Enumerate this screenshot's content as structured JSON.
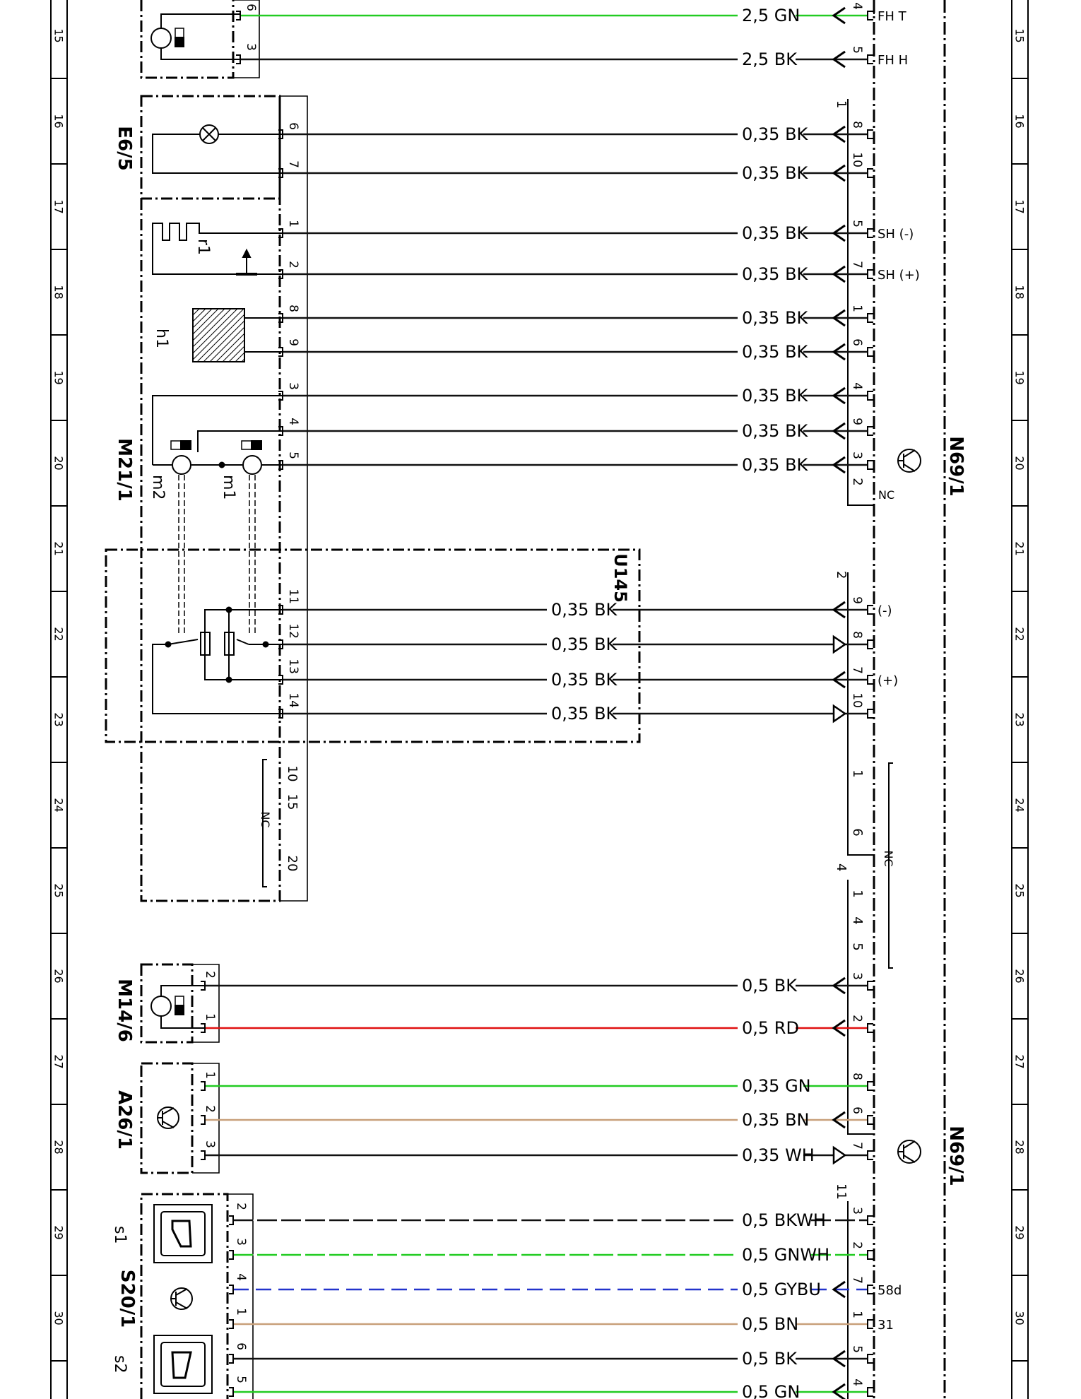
{
  "row_numbers": [
    "15",
    "16",
    "17",
    "18",
    "19",
    "20",
    "21",
    "22",
    "23",
    "24",
    "25",
    "26",
    "27",
    "28",
    "29",
    "30"
  ],
  "components": {
    "e6_5": "E6/5",
    "m21_1": "M21/1",
    "u145": "U145",
    "m14_6": "M14/6",
    "a26_1": "A26/1",
    "s20_1": "S20/1",
    "n69_1": "N69/1",
    "r1": "r1",
    "h1": "h1",
    "m1": "m1",
    "m2": "m2",
    "s1": "s1",
    "s2": "s2"
  },
  "connector_labels": {
    "n69_block1": "1",
    "n69_block2": "2",
    "n69_block4": "4",
    "n69_block11": "11",
    "nc": "NC"
  },
  "wires": [
    {
      "row": "top1",
      "label": "2,5 GN",
      "color": "#22cc22",
      "left_pin": "6",
      "right_pin": "4",
      "signal": "FH T",
      "dir": "in"
    },
    {
      "row": "top2",
      "label": "2,5 BK",
      "color": "#111111",
      "left_pin": "3",
      "right_pin": "5",
      "signal": "FH H",
      "dir": "in"
    },
    {
      "row": "e1",
      "label": "0,35 BK",
      "color": "#111111",
      "left_pin": "6",
      "right_pin": "8",
      "signal": "",
      "dir": "in"
    },
    {
      "row": "e2",
      "label": "0,35 BK",
      "color": "#111111",
      "left_pin": "7",
      "right_pin": "10",
      "signal": "",
      "dir": "in"
    },
    {
      "row": "r1",
      "label": "0,35 BK",
      "color": "#111111",
      "left_pin": "1",
      "right_pin": "5",
      "signal": "SH (-)",
      "dir": "in"
    },
    {
      "row": "r2",
      "label": "0,35 BK",
      "color": "#111111",
      "left_pin": "2",
      "right_pin": "7",
      "signal": "SH (+)",
      "dir": "in"
    },
    {
      "row": "h1",
      "label": "0,35 BK",
      "color": "#111111",
      "left_pin": "8",
      "right_pin": "1",
      "signal": "",
      "dir": "in"
    },
    {
      "row": "h2",
      "label": "0,35 BK",
      "color": "#111111",
      "left_pin": "9",
      "right_pin": "6",
      "signal": "",
      "dir": "in"
    },
    {
      "row": "m1",
      "label": "0,35 BK",
      "color": "#111111",
      "left_pin": "3",
      "right_pin": "4",
      "signal": "",
      "dir": "in"
    },
    {
      "row": "m2",
      "label": "0,35 BK",
      "color": "#111111",
      "left_pin": "4",
      "right_pin": "9",
      "signal": "",
      "dir": "in"
    },
    {
      "row": "m3",
      "label": "0,35 BK",
      "color": "#111111",
      "left_pin": "5",
      "right_pin": "3",
      "signal": "",
      "dir": "in"
    },
    {
      "row": "u1",
      "label": "0,35 BK",
      "color": "#111111",
      "left_pin": "11",
      "right_pin": "9",
      "signal": "(-)",
      "dir": "in"
    },
    {
      "row": "u2",
      "label": "0,35 BK",
      "color": "#111111",
      "left_pin": "12",
      "right_pin": "8",
      "signal": "",
      "dir": "out"
    },
    {
      "row": "u3",
      "label": "0,35 BK",
      "color": "#111111",
      "left_pin": "13",
      "right_pin": "7",
      "signal": "(+)",
      "dir": "in"
    },
    {
      "row": "u4",
      "label": "0,35 BK",
      "color": "#111111",
      "left_pin": "14",
      "right_pin": "10",
      "signal": "",
      "dir": "out"
    },
    {
      "row": "mm1",
      "label": "0,5 BK",
      "color": "#111111",
      "left_pin": "2",
      "right_pin": "3",
      "signal": "",
      "dir": "in"
    },
    {
      "row": "mm2",
      "label": "0,5 RD",
      "color": "#e01010",
      "left_pin": "1",
      "right_pin": "2",
      "signal": "",
      "dir": "in"
    },
    {
      "row": "a1",
      "label": "0,35 GN",
      "color": "#22cc22",
      "left_pin": "1",
      "right_pin": "8",
      "signal": "",
      "dir": "none"
    },
    {
      "row": "a2",
      "label": "0,35 BN",
      "color": "#c8a07a",
      "left_pin": "2",
      "right_pin": "6",
      "signal": "",
      "dir": "in"
    },
    {
      "row": "a3",
      "label": "0,35 WH",
      "color": "#111111",
      "left_pin": "3",
      "right_pin": "7",
      "signal": "",
      "dir": "out"
    },
    {
      "row": "s1",
      "label": "0,5 BKWH",
      "color": "#111111",
      "left_pin": "2",
      "right_pin": "3",
      "signal": "",
      "dir": "none"
    },
    {
      "row": "s2",
      "label": "0,5 GNWH",
      "color": "#22cc22",
      "left_pin": "3",
      "right_pin": "2",
      "signal": "",
      "dir": "none"
    },
    {
      "row": "s3",
      "label": "0,5 GYBU",
      "color": "#2233cc",
      "left_pin": "4",
      "right_pin": "7",
      "signal": "58d",
      "dir": "in"
    },
    {
      "row": "s4",
      "label": "0,5 BN",
      "color": "#c8a07a",
      "left_pin": "1",
      "right_pin": "1",
      "signal": "31",
      "dir": "none"
    },
    {
      "row": "s5",
      "label": "0,5 BK",
      "color": "#111111",
      "left_pin": "6",
      "right_pin": "5",
      "signal": "",
      "dir": "in"
    },
    {
      "row": "s6",
      "label": "0,5 GN",
      "color": "#22cc22",
      "left_pin": "5",
      "right_pin": "4",
      "signal": "",
      "dir": "in"
    }
  ],
  "nc_pins": {
    "m21_right": [
      "10",
      "15",
      "20"
    ],
    "n69_block2": [
      "1",
      "6"
    ],
    "n69_block2_nc_pin": "2",
    "n69_block4": [
      "1",
      "4",
      "5"
    ]
  }
}
